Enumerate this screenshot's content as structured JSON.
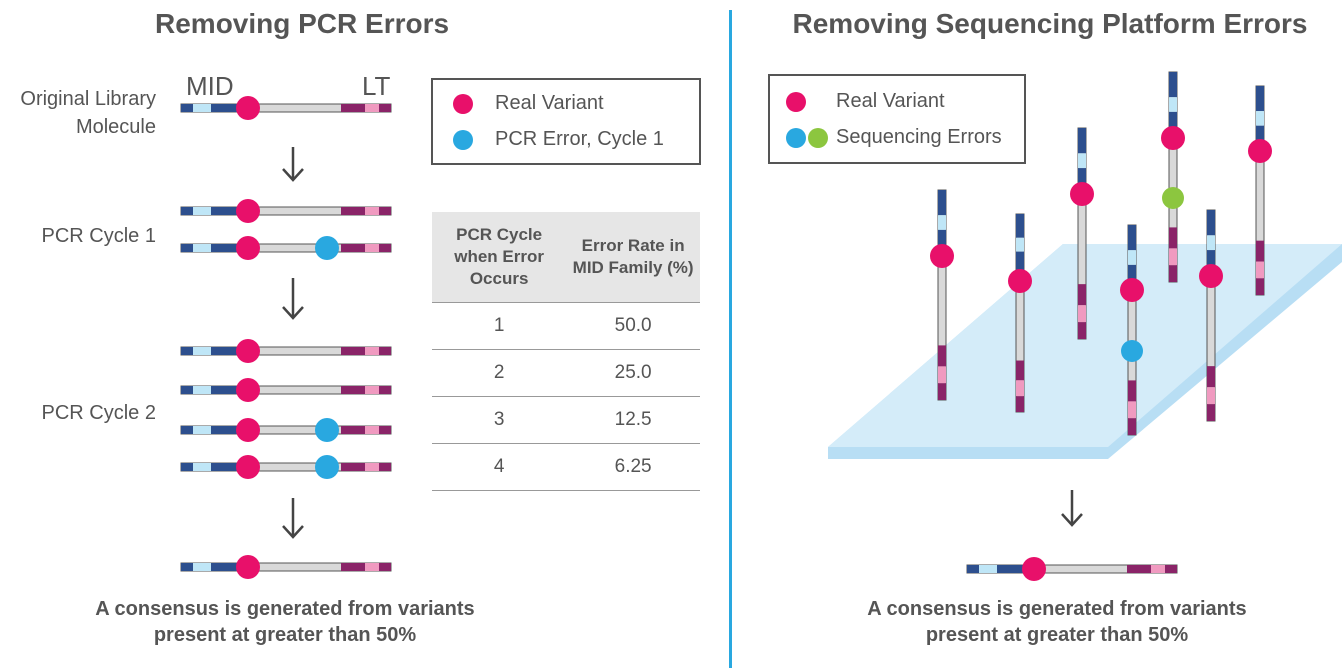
{
  "left": {
    "title": "Removing PCR Errors",
    "mid_label": "MID",
    "lt_label": "LT",
    "row_labels": {
      "original_line1": "Original Library",
      "original_line2": "Molecule",
      "cycle1": "PCR Cycle 1",
      "cycle2": "PCR Cycle 2"
    },
    "legend": {
      "real_variant": "Real Variant",
      "pcr_error": "PCR Error, Cycle 1"
    },
    "table": {
      "headers": [
        "PCR Cycle when Error Occurs",
        "Error Rate in MID Family (%)"
      ],
      "rows": [
        [
          "1",
          "50.0"
        ],
        [
          "2",
          "25.0"
        ],
        [
          "3",
          "12.5"
        ],
        [
          "4",
          "6.25"
        ]
      ]
    },
    "caption_line1": "A consensus is generated from variants",
    "caption_line2": "present at greater than 50%"
  },
  "right": {
    "title": "Removing Sequencing Platform Errors",
    "legend": {
      "real_variant": "Real Variant",
      "seq_errors": "Sequencing Errors"
    },
    "caption_line1": "A consensus is generated from variants",
    "caption_line2": "present at greater than 50%"
  },
  "colors": {
    "real_variant": "#e8106a",
    "pcr_error": "#29a8e0",
    "seq_error_green": "#8cc63f",
    "mid_dark": "#2d4f8e",
    "mid_light": "#bfe6f7",
    "lt_dark": "#8a2468",
    "lt_light": "#f09ac0",
    "strand": "#d9d9d9",
    "divider": "#29a8e0",
    "flowcell": "#d4ecf9"
  }
}
